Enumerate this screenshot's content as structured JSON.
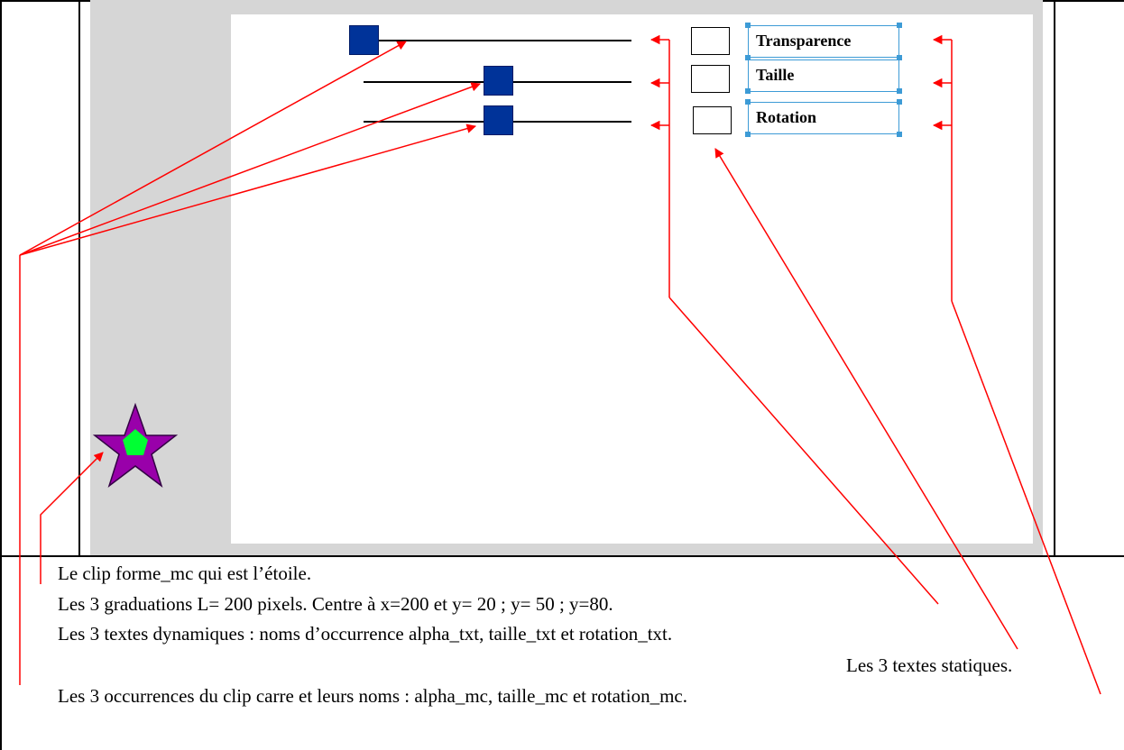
{
  "stage": {
    "static_texts": [
      "Transparence",
      "Taille",
      "Rotation"
    ]
  },
  "captions": {
    "line1": "Le clip forme_mc qui est l’étoile.",
    "line2": "Les 3 graduations L= 200 pixels. Centre à x=200  et y= 20 ; y= 50 ; y=80.",
    "line3": "Les 3 textes dynamiques : noms d’occurrence alpha_txt, taille_txt et rotation_txt.",
    "line4": "Les 3 textes statiques.",
    "line5": "Les 3 occurrences du clip carre et leurs noms : alpha_mc, taille_mc et rotation_mc."
  },
  "colors": {
    "arrow": "#ff0000",
    "square": "#003399",
    "star_outer": "#9900aa",
    "star_inner": "#00ff33",
    "selection": "#3d9bd6"
  },
  "icons": [
    "star-icon"
  ]
}
